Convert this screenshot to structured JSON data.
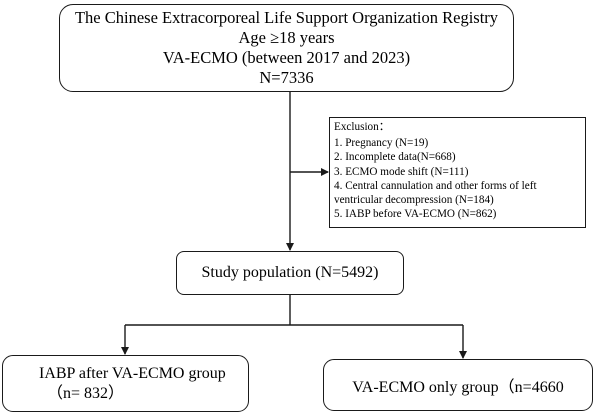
{
  "registry": {
    "lines": [
      "The Chinese Extracorporeal Life Support Organization Registry",
      "Age ≥18 years",
      "VA-ECMO (between 2017 and 2023)",
      "N=7336"
    ]
  },
  "exclusion": {
    "title": "Exclusion：",
    "items": [
      "1. Pregnancy (N=19)",
      "2. Incomplete data(N=668)",
      "3. ECMO mode shift (N=111)",
      "4. Central cannulation and other forms of left",
      "ventricular decompression (N=184)",
      "5. IABP before VA-ECMO (N=862)"
    ]
  },
  "study": {
    "label": "Study population (N=5492)"
  },
  "groups": {
    "iabp": {
      "line1": "IABP after VA-ECMO group",
      "line2": "（n= 832）"
    },
    "vaecmo": {
      "label": "VA-ECMO only group（n=4660"
    }
  },
  "colors": {
    "stroke": "#1a1a1a",
    "text": "#000000",
    "background": "#ffffff"
  }
}
